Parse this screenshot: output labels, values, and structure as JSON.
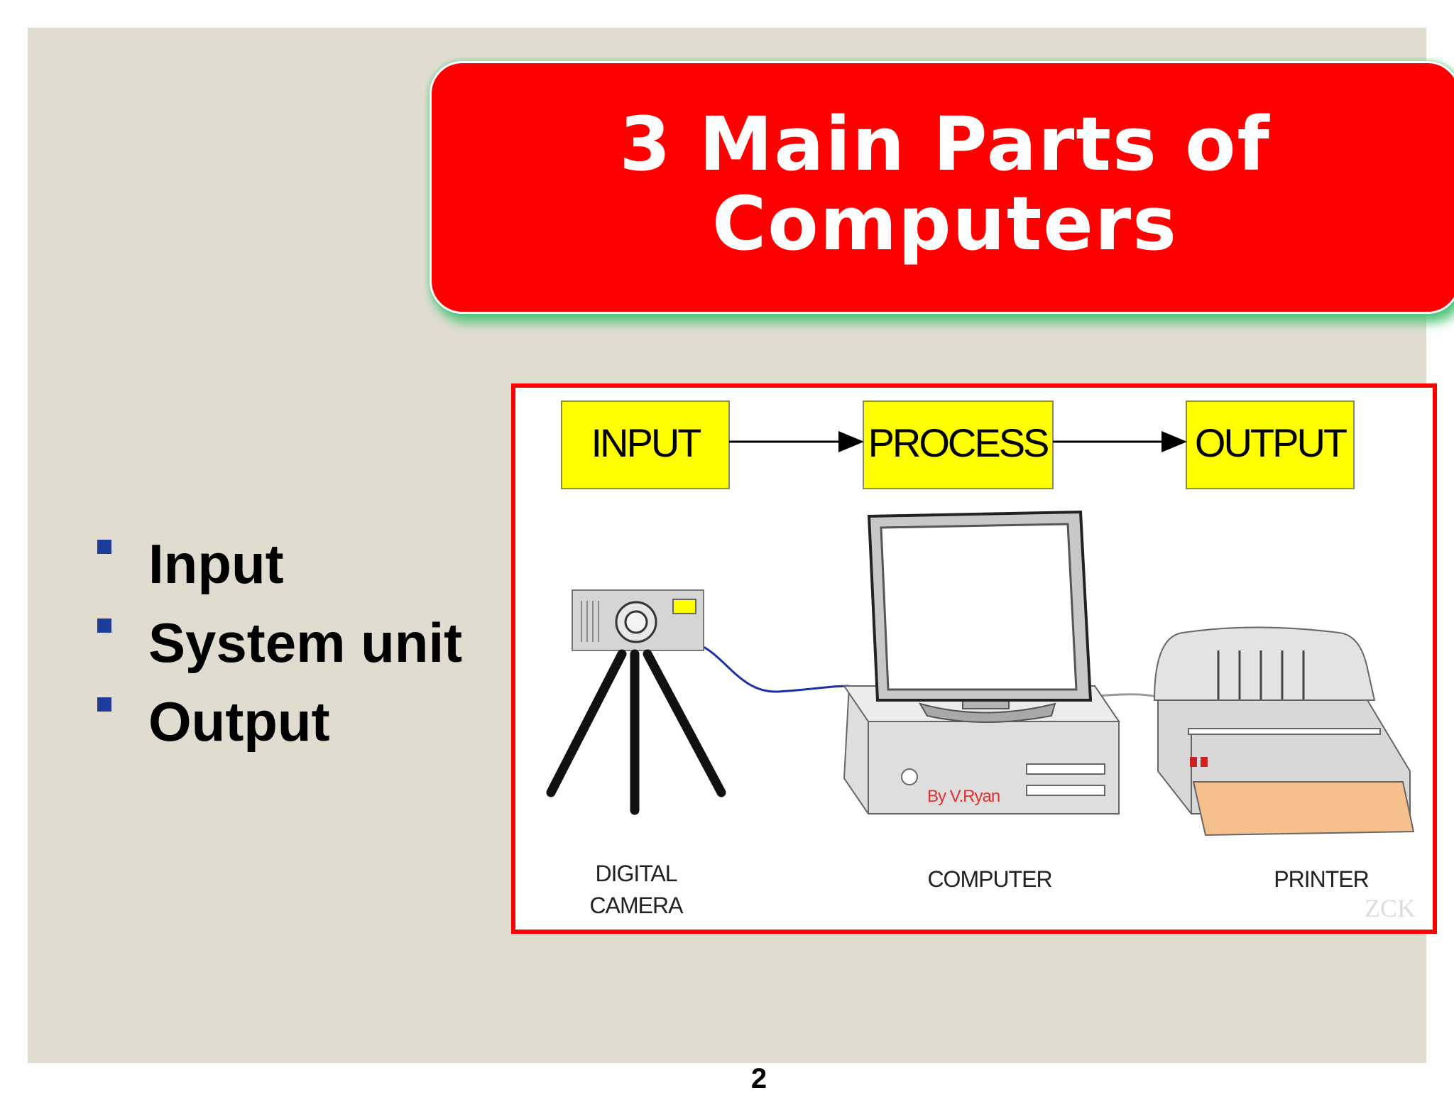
{
  "slide": {
    "title": "3 Main Parts of\nComputers",
    "bullets": [
      "Input",
      "System unit",
      "Output"
    ],
    "page_number": "2",
    "colors": {
      "background": "#e0ddd0",
      "title_box": "#ff0000",
      "title_text": "#ffffff",
      "title_glow": "#4fc47a",
      "bullet_marker": "#1d3c9c",
      "frame_border": "#ff0000"
    }
  },
  "diagram": {
    "flow_boxes": [
      "INPUT",
      "PROCESS",
      "OUTPUT"
    ],
    "box_color": "#ffff00",
    "device_labels": {
      "camera": [
        "DIGITAL",
        "CAMERA"
      ],
      "computer": "COMPUTER",
      "printer": "PRINTER"
    },
    "credit": "By V.Ryan",
    "watermark": "ZCK",
    "icons": [
      "arrow-right-icon",
      "digital-camera-icon",
      "tripod-icon",
      "computer-icon",
      "printer-icon",
      "cable-icon"
    ]
  }
}
